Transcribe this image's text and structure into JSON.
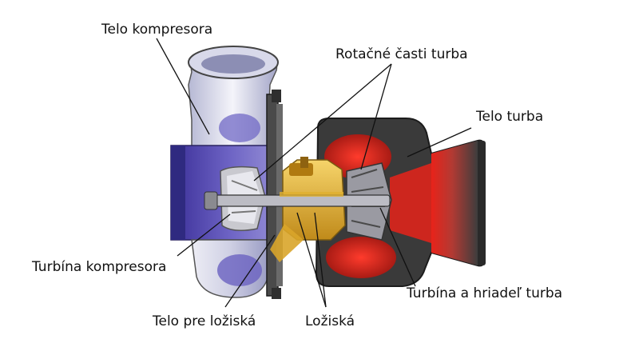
{
  "labels": {
    "compressor_housing": "Telo kompresora",
    "rotating_parts": "Rotačné časti turba",
    "turbo_housing": "Telo turba",
    "compressor_turbine": "Turbína kompresora",
    "turbine_and_shaft": "Turbína a hriadeľ turba",
    "bearing_housing": "Telo pre ložiská",
    "bearings": "Ložiská"
  },
  "colors": {
    "compressor": "#5a4fb3",
    "compressor_light": "#dcdcf0",
    "bearings": "#e0b030",
    "turbine_hot": "#e8231a",
    "housing_dark": "#3a3a3a",
    "leader_line": "#111111"
  }
}
